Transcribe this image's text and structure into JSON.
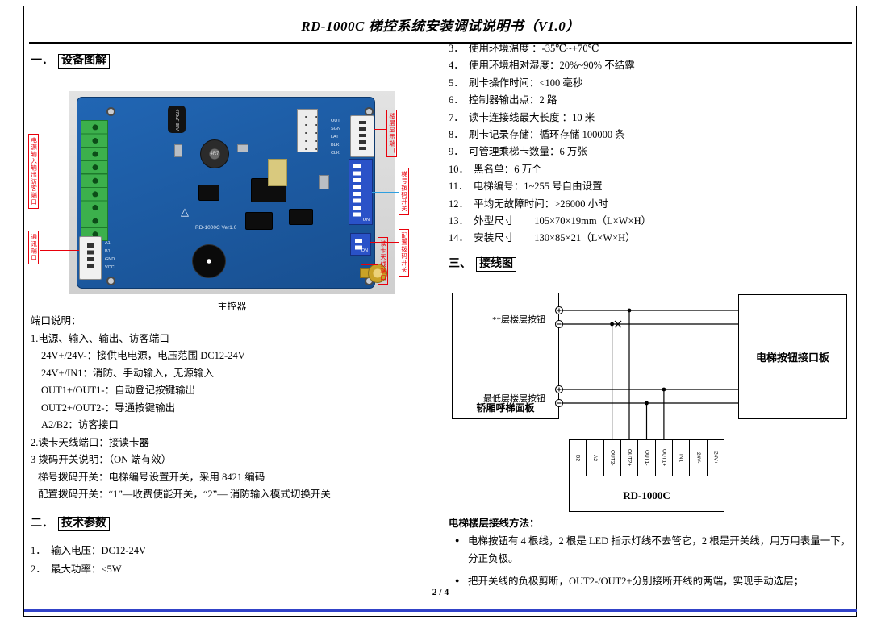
{
  "doc": {
    "title": "RD-1000C 梯控系统安装调试说明书（V1.0）",
    "page_number": "2 / 4"
  },
  "colors": {
    "accent_red": "#e8000b",
    "pcb_blue": "#1e63b0",
    "terminal_green": "#3cb04c",
    "dip_blue": "#2a52c8",
    "footer_line_blue": "#3142c8"
  },
  "section1": {
    "num": "一．",
    "title": "设备图解"
  },
  "section2": {
    "num": "二．",
    "title": "技术参数"
  },
  "section3": {
    "num": "三、",
    "title": "接线图"
  },
  "board": {
    "caption": "主控器",
    "silkscreen": "RD-1000C Ver1.0",
    "capacitor_label": "470uF 35V",
    "inductor_label": "4R7",
    "dip_on_label": "ON",
    "top_connector_pins": [
      "OUT",
      "SGN",
      "LAT",
      "BLK",
      "CLK"
    ],
    "left_connector_pins": [
      "A1",
      "B1",
      "GND",
      "VCC"
    ],
    "callouts": {
      "power_port": "电源输入输出访客端口",
      "comm_port": "通讯端口",
      "display_port": "楼层显示端口",
      "dip_elevator": "梯号拨码开关",
      "dip_config": "配置拨码开关",
      "antenna_port": "读卡天线端口"
    }
  },
  "port_desc": {
    "heading": "端口说明：",
    "lines": [
      "1.电源、输入、输出、访客端口",
      "24V+/24V-：接供电电源，电压范围 DC12-24V",
      "24V+/IN1：消防、手动输入，无源输入",
      "OUT1+/OUT1-：自动登记按键输出",
      "OUT2+/OUT2-：导通按键输出",
      "A2/B2：访客接口",
      "2.读卡天线端口：接读卡器",
      "3 拨码开关说明：（ON 端有效）",
      "梯号拨码开关：电梯编号设置开关，采用 8421 编码",
      "配置拨码开关：“1”—收费使能开关，“2”— 消防输入模式切换开关"
    ]
  },
  "tech_left": [
    "1．　输入电压：DC12-24V",
    "2．　最大功率：<5W"
  ],
  "tech_right": [
    "3．　使用环境温度 ：-35℃~+70℃",
    "4．　使用环境相对湿度：20%~90% 不结露",
    "5．　刷卡操作时间：<100 毫秒",
    "6．　控制器输出点：2 路",
    "7．　读卡连接线最大长度 ：10 米",
    "8．　刷卡记录存储：循环存储 100000 条",
    "9．　可管理乘梯卡数量：6 万张",
    "10．　黑名单：6 万个",
    "11．　电梯编号：1~255 号自由设置",
    "12．　平均无故障时间：>26000 小时",
    "13．　外型尺寸　　105×70×19mm（L×W×H）",
    "14．　安装尺寸　　130×85×21（L×W×H）"
  ],
  "wiring": {
    "panel": {
      "row1": "**层楼层按钮",
      "row2": "最低层楼层按钮",
      "title": "轿厢呼梯面板"
    },
    "interface_board": "电梯按钮接口板",
    "controller_label": "RD-1000C",
    "terminals": [
      "B2",
      "A2",
      "OUT2-",
      "OUT2+",
      "OUT1-",
      "OUT1+",
      "IN1",
      "24V-",
      "24V+"
    ],
    "method_heading": "电梯楼层接线方法：",
    "bullet_marker": "●",
    "bullets": [
      "电梯按钮有 4 根线，2 根是 LED 指示灯线不去管它，2 根是开关线，用万用表量一下，分正负极。",
      "把开关线的负极剪断，OUT2-/OUT2+分别接断开线的两端，实现手动选层；"
    ]
  }
}
